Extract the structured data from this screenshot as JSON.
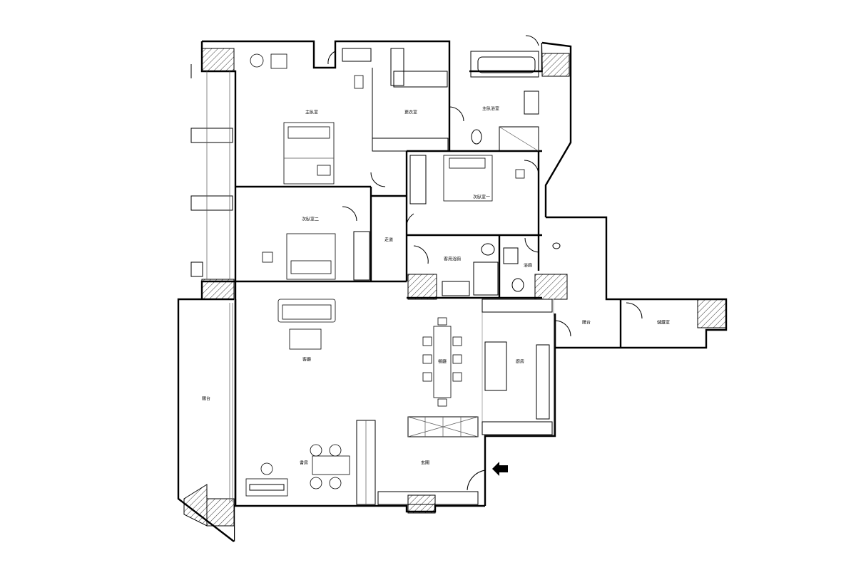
{
  "rooms": {
    "master_bedroom": "主臥室",
    "walk_in_closet": "更衣室",
    "master_bathroom": "主臥浴室",
    "second_bedroom_one": "次臥室一",
    "second_bedroom_two": "次臥室二",
    "corridor": "走道",
    "guest_bathroom": "客用浴廁",
    "bath_small": "浴廁",
    "balcony_east": "陽台",
    "storage_room": "儲藏室",
    "living_room": "客廳",
    "dining_room": "餐廳",
    "kitchen": "廚房",
    "balcony_west": "陽台",
    "study": "書房",
    "entrance_hall": "玄關"
  },
  "icons": {
    "entry": "entry-arrow-icon"
  }
}
